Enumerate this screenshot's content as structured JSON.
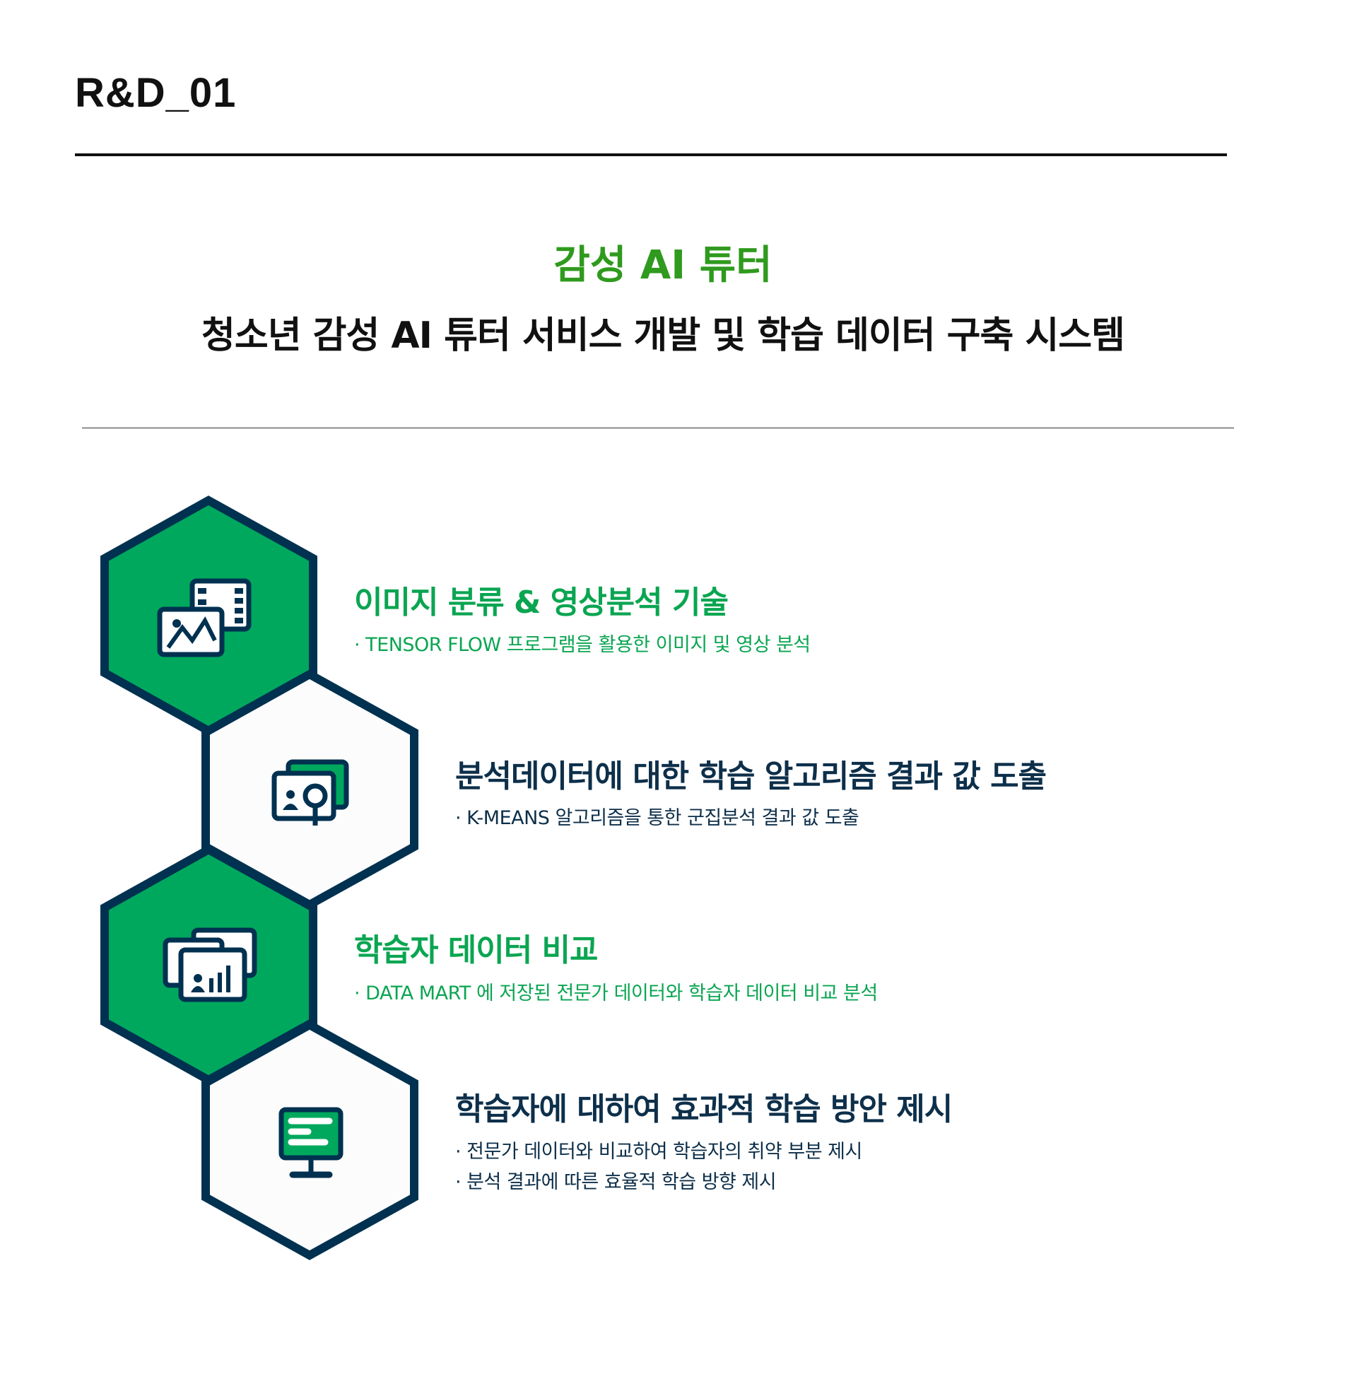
{
  "header": {
    "code": "R&D_01"
  },
  "title": "감성 AI 튜터",
  "subtitle": "청소년 감성 AI 튜터 서비스 개발 및 학습 데이터 구축 시스템",
  "colors": {
    "green": "#00a85e",
    "navy": "#003150",
    "title_green": "#2f9a1e"
  },
  "items": [
    {
      "icon": "image-film-icon",
      "heading": "이미지 분류 & 영상분석 기술",
      "bullets": [
        "· TENSOR FLOW 프로그램을 활용한 이미지 및 영상 분석"
      ]
    },
    {
      "icon": "user-search-icon",
      "heading": "분석데이터에 대한 학습 알고리즘 결과 값 도출",
      "bullets": [
        "· K-MEANS 알고리즘을 통한 군집분석 결과 값 도출"
      ]
    },
    {
      "icon": "data-compare-icon",
      "heading": "학습자 데이터 비교",
      "bullets": [
        "· DATA MART 에 저장된 전문가 데이터와 학습자 데이터 비교 분석"
      ]
    },
    {
      "icon": "monitor-icon",
      "heading": "학습자에 대하여 효과적 학습 방안 제시",
      "bullets": [
        "· 전문가 데이터와 비교하여 학습자의 취약 부분 제시",
        "· 분석 결과에 따른 효율적 학습 방향 제시"
      ]
    }
  ]
}
